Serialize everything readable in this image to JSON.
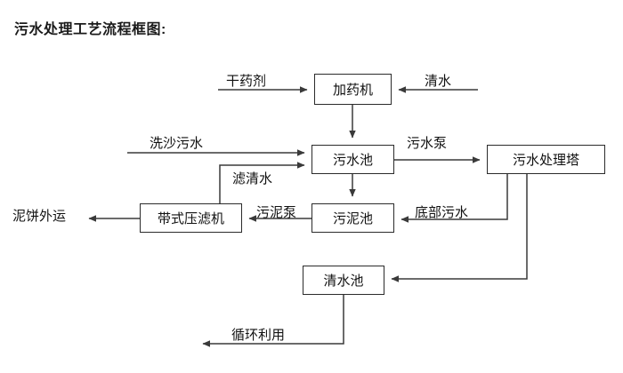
{
  "title": "污水处理工艺流程框图:",
  "diagram": {
    "type": "flowchart",
    "nodes": [
      {
        "id": "dosing_machine",
        "label": "加药机"
      },
      {
        "id": "wastewater_pool",
        "label": "污水池"
      },
      {
        "id": "treatment_tower",
        "label": "污水处理塔"
      },
      {
        "id": "belt_filter_press",
        "label": "带式压滤机"
      },
      {
        "id": "sludge_pool",
        "label": "污泥池"
      },
      {
        "id": "clean_water_pool",
        "label": "清水池"
      }
    ],
    "inputs": [
      {
        "id": "dry_chemical",
        "label": "干药剂"
      },
      {
        "id": "clean_water_in",
        "label": "清水"
      },
      {
        "id": "sand_wash_wastewater",
        "label": "洗沙污水"
      }
    ],
    "outputs": [
      {
        "id": "mud_cake_out",
        "label": "泥饼外运"
      },
      {
        "id": "recycle_use",
        "label": "循环利用"
      }
    ],
    "edge_labels": [
      {
        "id": "wastewater_pump",
        "label": "污水泵"
      },
      {
        "id": "filtered_water",
        "label": "滤清水"
      },
      {
        "id": "sludge_pump",
        "label": "污泥泵"
      },
      {
        "id": "bottom_wastewater",
        "label": "底部污水"
      }
    ]
  },
  "colors": {
    "line": "#3a3a3a",
    "box_border": "#2b2b2b",
    "text": "#111111",
    "background": "#ffffff"
  }
}
